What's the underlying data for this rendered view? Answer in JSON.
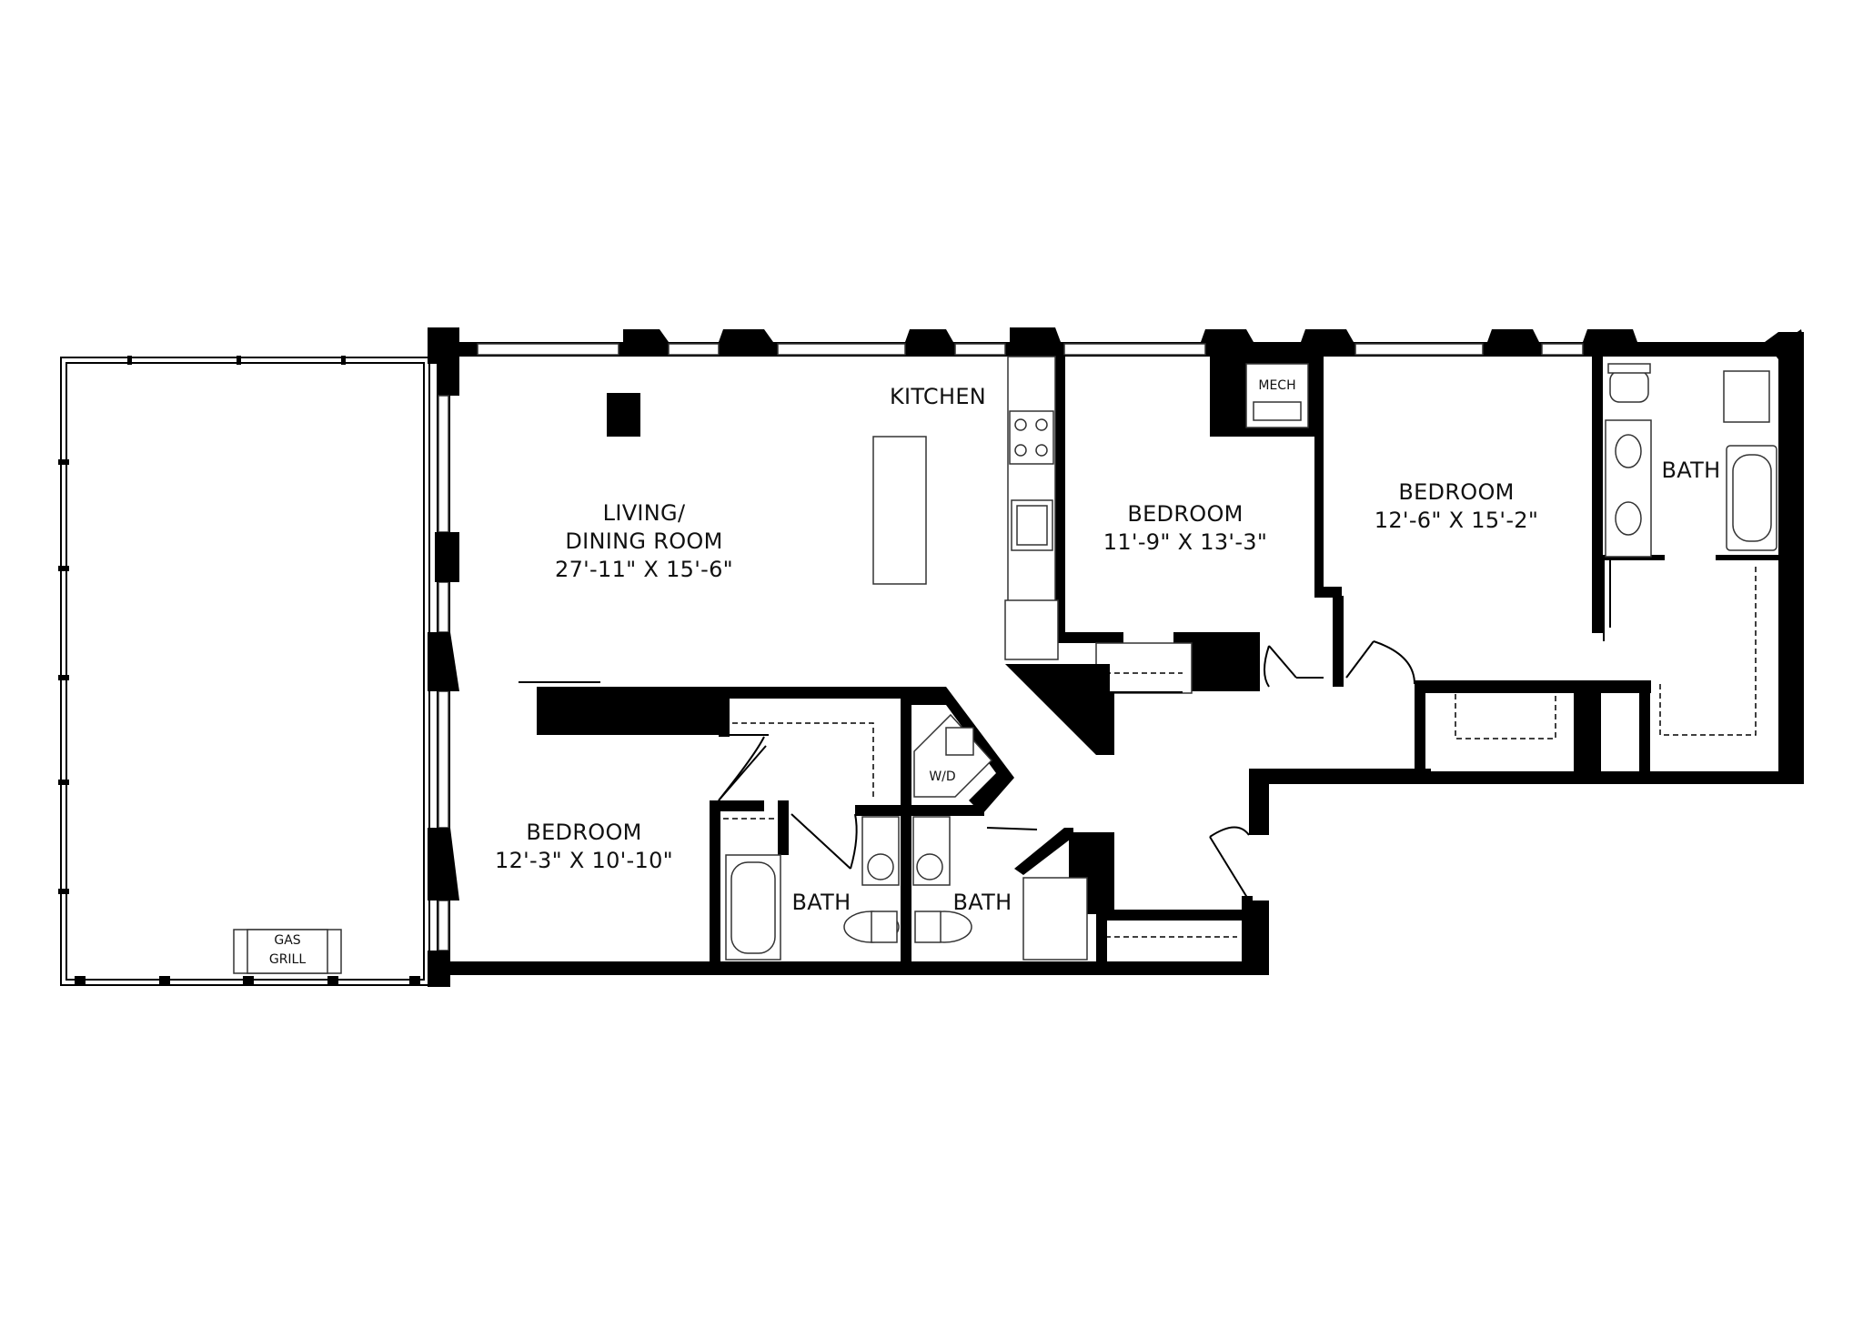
{
  "rooms": {
    "living": {
      "line1": "LIVING/",
      "line2": "DINING ROOM",
      "dims": "27'-11\" X 15'-6\""
    },
    "kitchen": {
      "label": "KITCHEN"
    },
    "bedroom_center": {
      "label": "BEDROOM",
      "dims": "11'-9\" X 13'-3\""
    },
    "bedroom_right": {
      "label": "BEDROOM",
      "dims": "12'-6\" X 15'-2\""
    },
    "bedroom_left": {
      "label": "BEDROOM",
      "dims": "12'-3\" X 10'-10\""
    },
    "bath_right": {
      "label": "BATH"
    },
    "bath_left": {
      "label": "BATH"
    },
    "bath_mid": {
      "label": "BATH"
    }
  },
  "fixtures": {
    "mech": "MECH",
    "wd": "W/D",
    "grill_line1": "GAS",
    "grill_line2": "GRILL"
  }
}
